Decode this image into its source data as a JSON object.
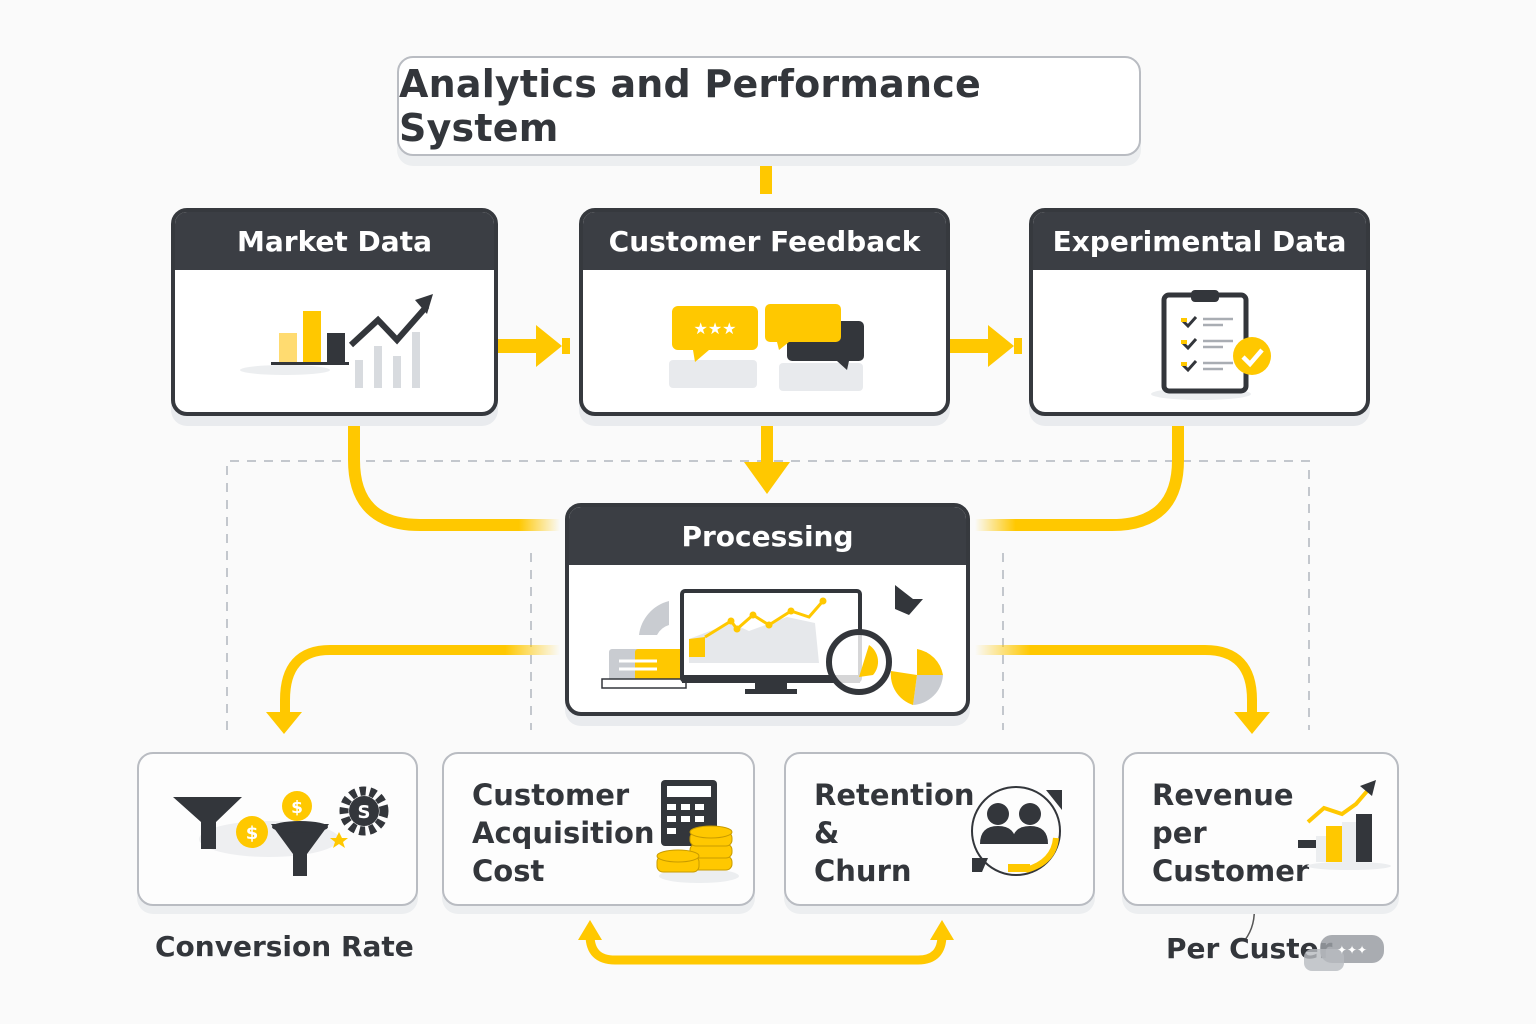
{
  "title": "Analytics and Performance System",
  "sources": [
    {
      "label": "Market Data",
      "icon": "bar-chart-trend-icon"
    },
    {
      "label": "Customer Feedback",
      "icon": "chat-rating-icon"
    },
    {
      "label": "Experimental Data",
      "icon": "clipboard-checklist-icon"
    }
  ],
  "processing": {
    "label": "Processing",
    "icon": "monitor-analytics-icon"
  },
  "metrics": [
    {
      "label": "",
      "icon": "funnel-coins-icon",
      "caption": "Conversion Rate"
    },
    {
      "label_lines": [
        "Customer",
        "Acquisition",
        "Cost"
      ],
      "icon": "calculator-coins-icon"
    },
    {
      "label_lines": [
        "Retention",
        "&",
        "Churn"
      ],
      "icon": "users-cycle-icon"
    },
    {
      "label_lines": [
        "Revenue",
        "per",
        "Customer"
      ],
      "icon": "revenue-growth-icon",
      "caption": "Per Custer"
    }
  ],
  "colors": {
    "accent": "#ffc800",
    "dark": "#3b3e44",
    "border": "#b9bcc2",
    "dash": "#c3c7cd"
  }
}
